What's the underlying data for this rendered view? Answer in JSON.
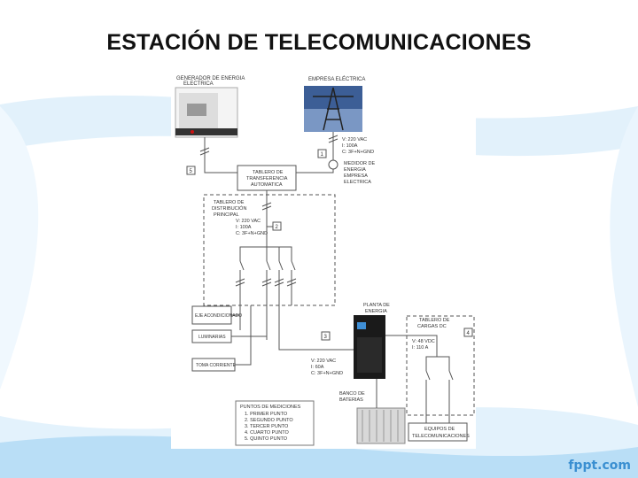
{
  "slide": {
    "title": "ESTACIÓN DE TELECOMUNICACIONES",
    "logo_text": "fppt.com"
  },
  "colors": {
    "accent_blue": "#1b75c7",
    "light_blue": "#8ec7ee",
    "line": "#555555"
  },
  "diagram": {
    "generator_label": [
      "GENERADOR DE ENERGIA",
      "ELECTRICA"
    ],
    "utility_label": "EMPRESA ELÉCTRICA",
    "utility_specs": [
      "V: 220 VAC",
      "I: 100A",
      "C: 3F+N+GND"
    ],
    "meter_label": [
      "MEDIDOR DE",
      "ENERGIA",
      "EMPRESA",
      "ELECTRICA"
    ],
    "ats_label": [
      "TABLERO DE",
      "TRANSFERENCIA",
      "AUTOMATICA"
    ],
    "distribution_label": [
      "TABLERO DE",
      "DISTRIBUCIÓN",
      "PRINCIPAL"
    ],
    "distribution_specs": [
      "V: 220 VAC",
      "I: 100A",
      "C: 3F+N+GND"
    ],
    "load_ac": "EJE ACONDICIONADO",
    "load_lights": "LUMINARIAS",
    "load_outlets": "TOMA CORRIENTE",
    "rectifier_label": [
      "PLANTA DE",
      "ENERGIA"
    ],
    "rectifier_input_specs": [
      "V: 220 VAC",
      "I: 60A",
      "C: 3F+N+GND"
    ],
    "battery_label": [
      "BANCO DE",
      "BATERIAS"
    ],
    "dc_board_label": [
      "TABLERO DE",
      "CARGAS DC"
    ],
    "dc_specs": [
      "V: 48 VDC",
      "I: 110 A"
    ],
    "telecom_label": [
      "EQUIPOS DE",
      "TELECOMUNICACIONES"
    ],
    "points_title": "PUNTOS DE MEDICIONES",
    "points": [
      "1. PRIMER PUNTO",
      "2. SEGUNDO PUNTO",
      "3. TERCER PUNTO",
      "4. CUARTO PUNTO",
      "5. QUINTO PUNTO"
    ],
    "markers": {
      "m1": "1",
      "m2": "2",
      "m3": "3",
      "m4": "4",
      "m5": "5"
    }
  }
}
